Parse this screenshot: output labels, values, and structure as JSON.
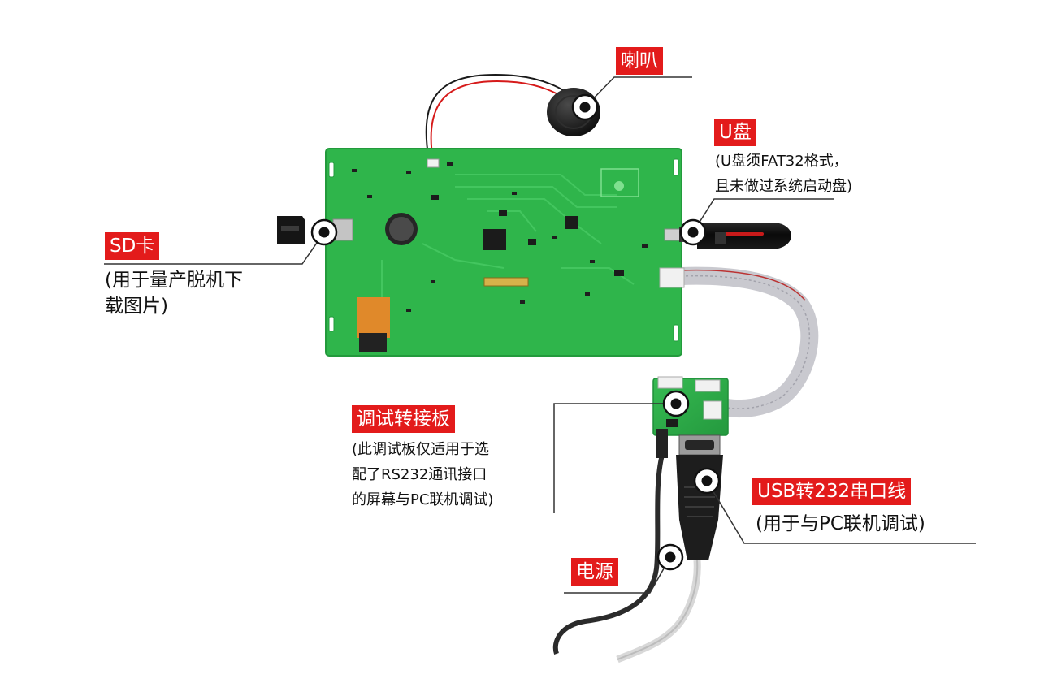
{
  "colors": {
    "tag_bg": "#e31b1b",
    "pcb": "#2db34a",
    "pcb_dark": "#1f8f39"
  },
  "callouts": {
    "speaker": {
      "title": "喇叭",
      "detail": ""
    },
    "udisk": {
      "title": "U盘",
      "detail": "(U盘须FAT32格式，\n且未做过系统启动盘)"
    },
    "sdcard": {
      "title": "SD卡",
      "detail": "(用于量产脱机下\n载图片)"
    },
    "debug_board": {
      "title": "调试转接板",
      "detail": "(此调试板仅适用于选\n配了RS232通讯接口\n的屏幕与PC联机调试)"
    },
    "usb_cable": {
      "title": "USB转232串口线",
      "detail": "(用于与PC联机调试)"
    },
    "power": {
      "title": "电源",
      "detail": ""
    }
  },
  "icons": {
    "pointer": "target-dot-icon"
  }
}
